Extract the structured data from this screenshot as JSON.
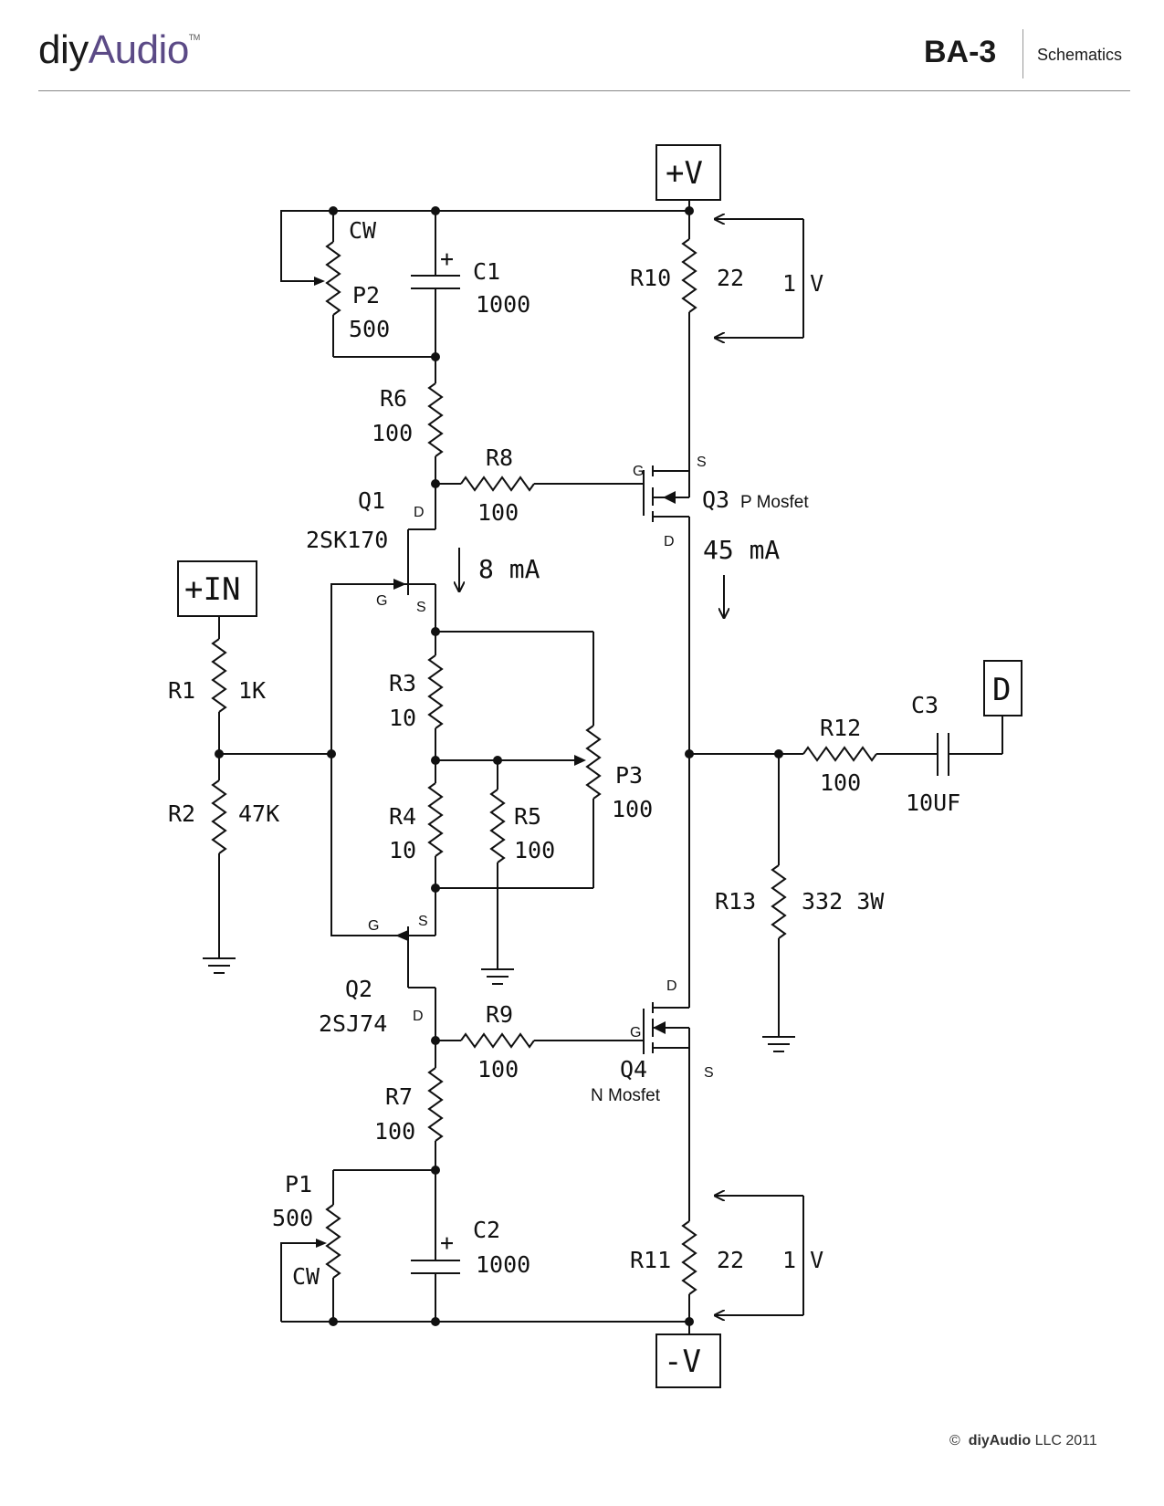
{
  "header": {
    "logo_diy": "diy",
    "logo_audio": "Audio",
    "logo_tm": "TM",
    "title": "BA-3",
    "subtitle": "Schematics"
  },
  "footer": {
    "copyright_symbol": "©",
    "brand": "diyAudio",
    "text": "LLC 2011"
  },
  "terminals": {
    "vplus": "+V",
    "vminus": "-V",
    "input": "+IN",
    "output": "D"
  },
  "components": {
    "P2": {
      "ref": "P2",
      "value": "500",
      "cw": "CW"
    },
    "C1": {
      "ref": "C1",
      "value": "1000",
      "polarity": "+"
    },
    "R10": {
      "ref": "R10",
      "value": "22"
    },
    "R6": {
      "ref": "R6",
      "value": "100"
    },
    "R8": {
      "ref": "R8",
      "value": "100"
    },
    "Q1": {
      "ref": "Q1",
      "part": "2SK170",
      "d": "D",
      "g": "G",
      "s": "S"
    },
    "Q3": {
      "ref": "Q3",
      "type": "P Mosfet",
      "g": "G",
      "s": "S",
      "d": "D"
    },
    "R1": {
      "ref": "R1",
      "value": "1K"
    },
    "R2": {
      "ref": "R2",
      "value": "47K"
    },
    "R3": {
      "ref": "R3",
      "value": "10"
    },
    "R4": {
      "ref": "R4",
      "value": "10"
    },
    "R5": {
      "ref": "R5",
      "value": "100"
    },
    "P3": {
      "ref": "P3",
      "value": "100"
    },
    "R12": {
      "ref": "R12",
      "value": "100"
    },
    "C3": {
      "ref": "C3",
      "value": "10UF"
    },
    "R13": {
      "ref": "R13",
      "value": "332 3W"
    },
    "Q2": {
      "ref": "Q2",
      "part": "2SJ74",
      "g": "G",
      "s": "S",
      "d": "D"
    },
    "Q4": {
      "ref": "Q4",
      "type": "N Mosfet",
      "d": "D",
      "g": "G",
      "s": "S"
    },
    "R9": {
      "ref": "R9",
      "value": "100"
    },
    "R7": {
      "ref": "R7",
      "value": "100"
    },
    "P1": {
      "ref": "P1",
      "value": "500",
      "cw": "CW"
    },
    "C2": {
      "ref": "C2",
      "value": "1000",
      "polarity": "+"
    },
    "R11": {
      "ref": "R11",
      "value": "22"
    }
  },
  "annotations": {
    "q1_current": "8 mA",
    "q3_current": "45 mA",
    "r10_voltage": "1 V",
    "r11_voltage": "1 V"
  }
}
